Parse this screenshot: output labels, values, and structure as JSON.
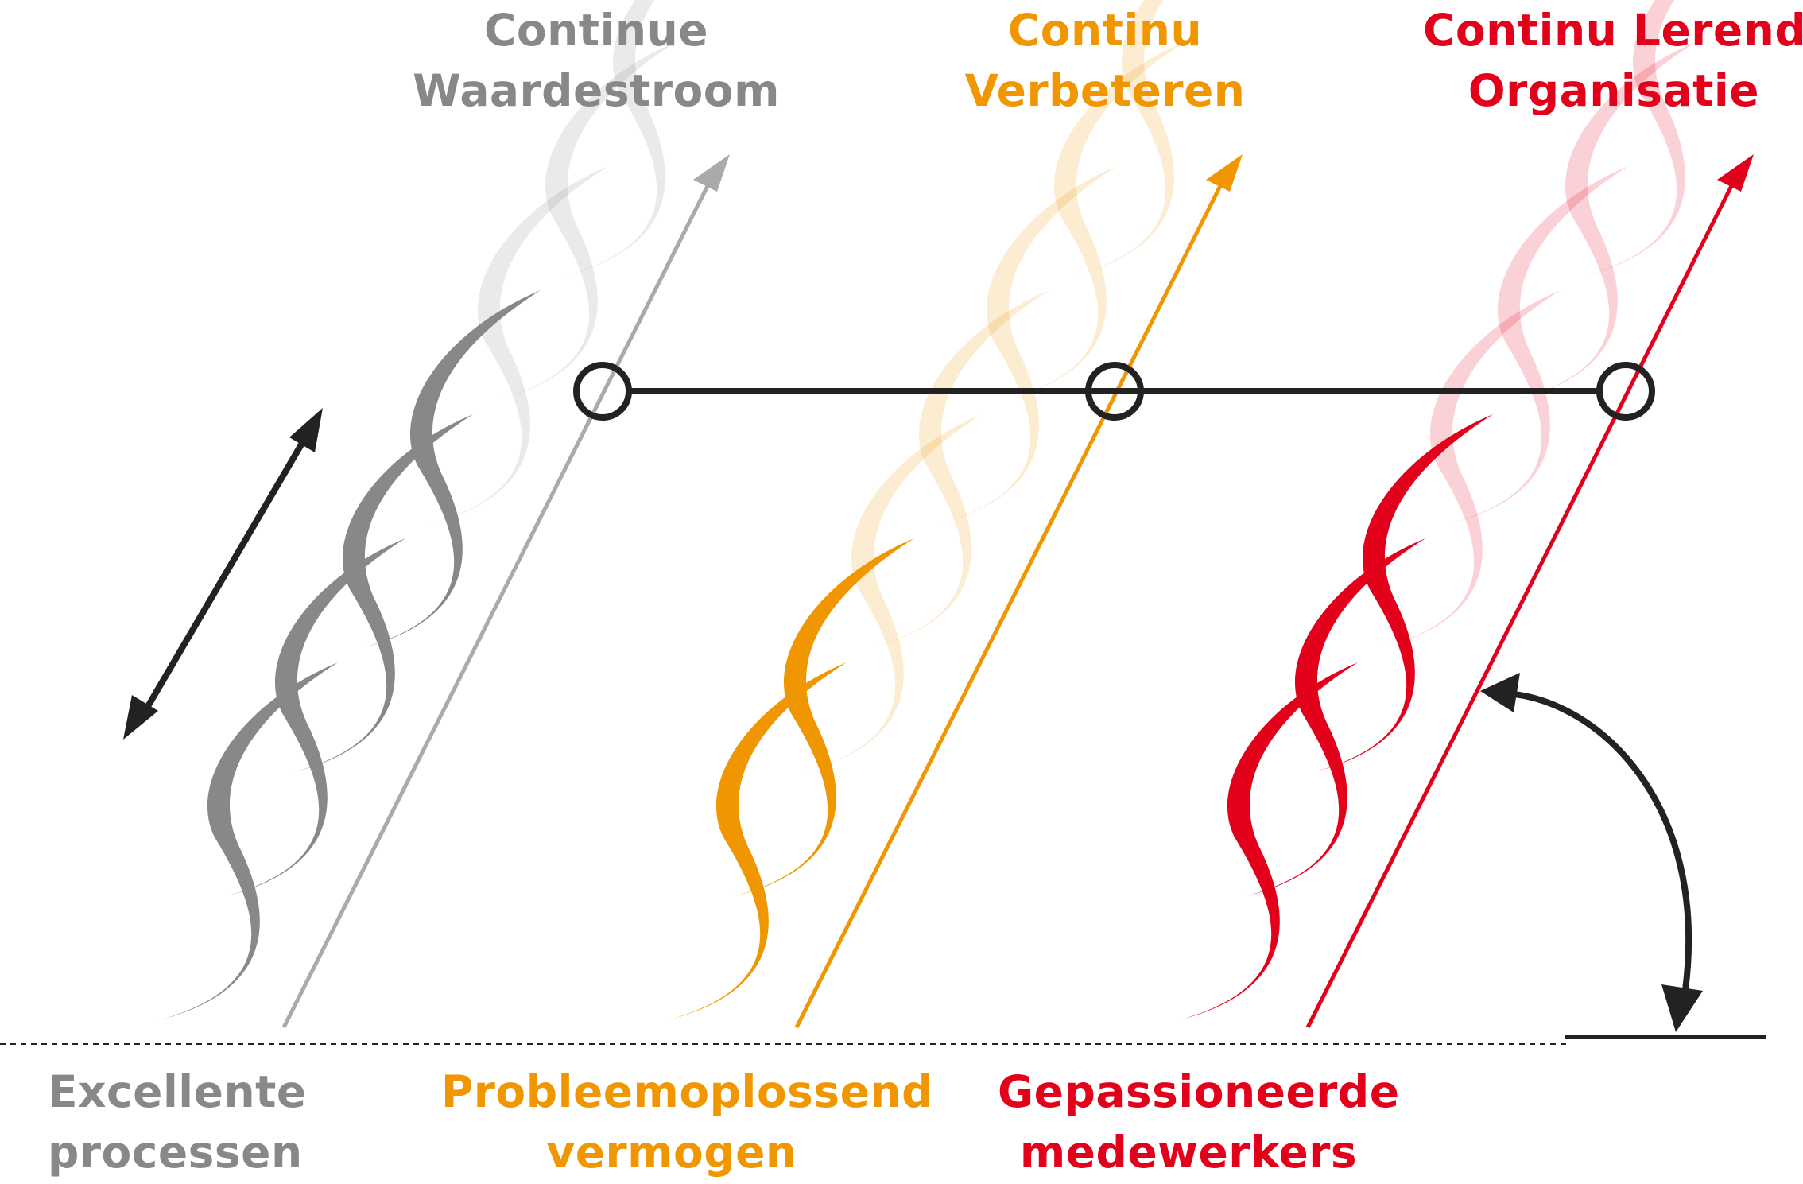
{
  "colors": {
    "gray": "#888888",
    "gray_light": "#aaaaaa",
    "orange": "#f09600",
    "red": "#e2001a",
    "black": "#222222"
  },
  "columns": [
    {
      "top_title": [
        "Continue",
        "Waardestroom"
      ],
      "bottom_title": [
        "Excellente",
        "processen"
      ],
      "color": "#888888",
      "strokes_solid": 4,
      "strokes_total": 7
    },
    {
      "top_title": [
        "Continu",
        "Verbeteren"
      ],
      "bottom_title": [
        "Probleemoplossend",
        "vermogen"
      ],
      "color": "#f09600",
      "strokes_solid": 2,
      "strokes_total": 7
    },
    {
      "top_title": [
        "Continu Lerende",
        "Organisatie"
      ],
      "bottom_title": [
        "Gepassioneerde",
        "medewerkers"
      ],
      "color": "#e2001a",
      "strokes_solid": 3,
      "strokes_total": 7
    }
  ]
}
